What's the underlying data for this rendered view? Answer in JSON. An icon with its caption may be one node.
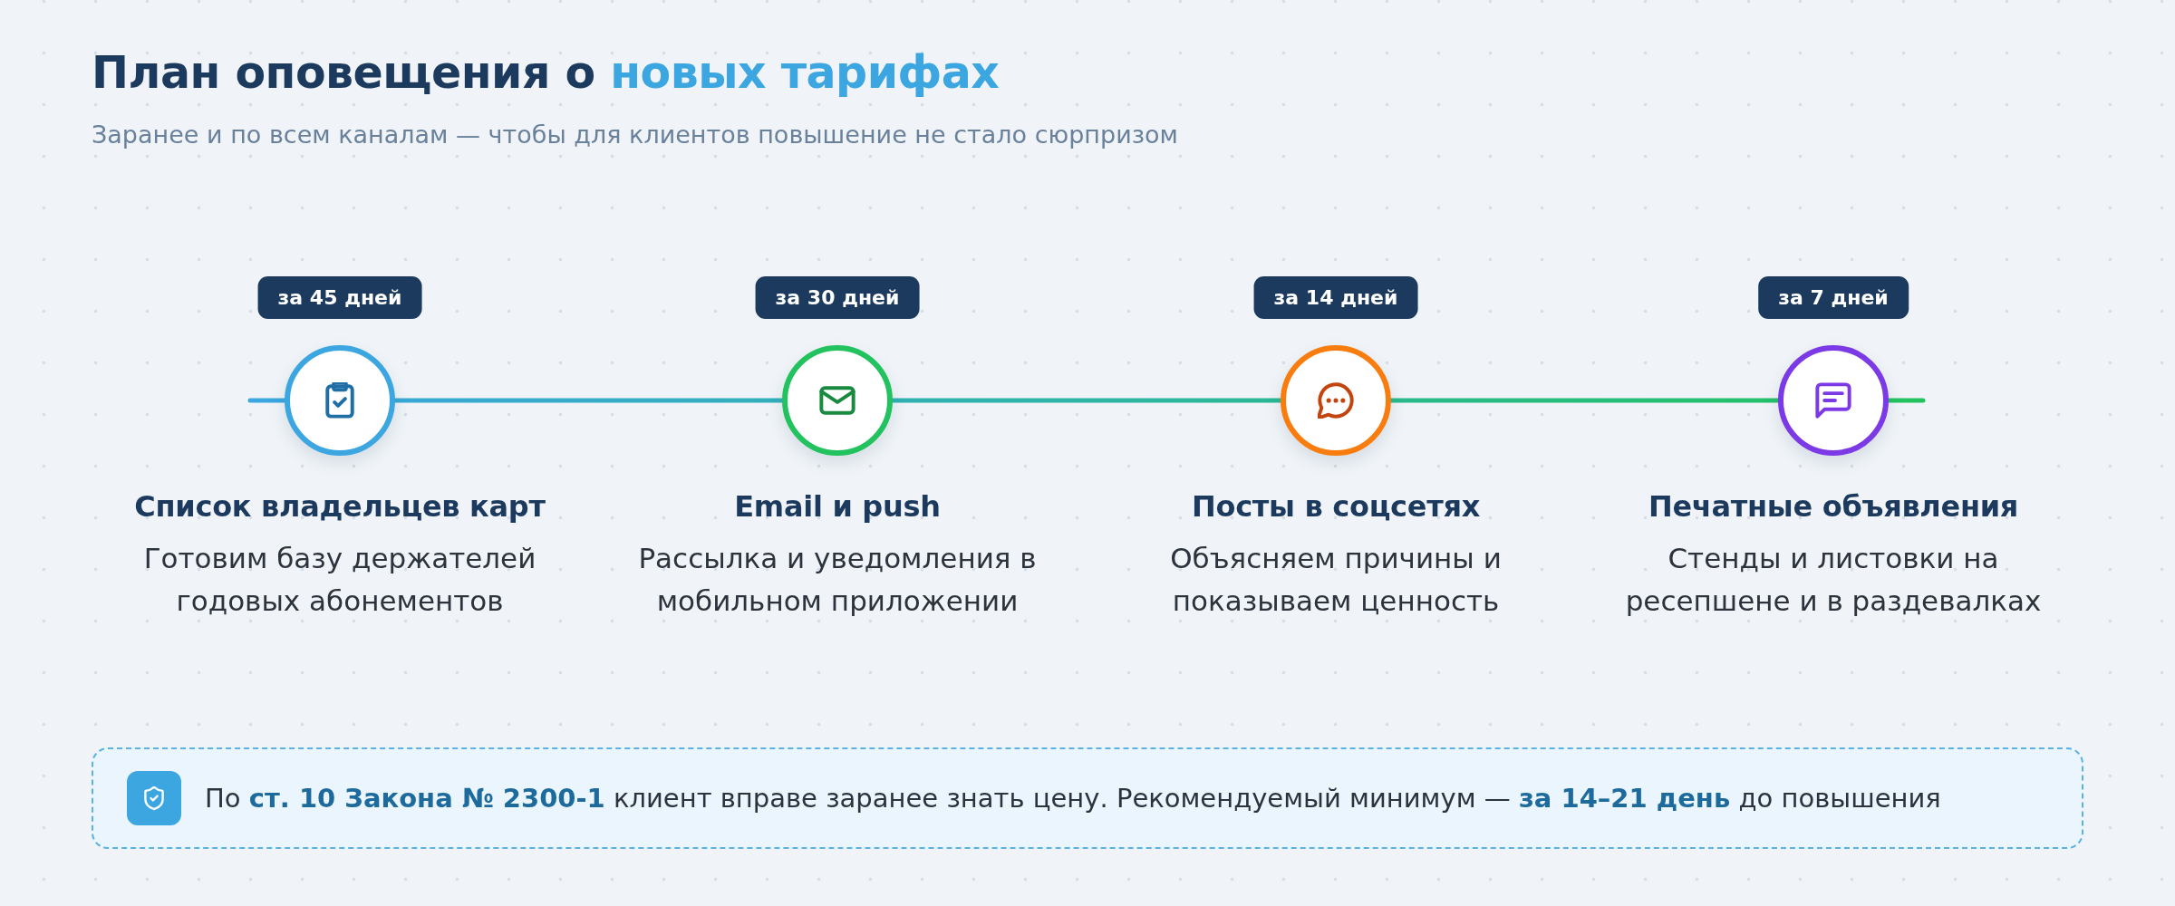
{
  "diagram": {
    "title": "План оповещения о **новых тарифах**",
    "nodes": [
      {
        "text": [
          "Список владельцев карт",
          "Готовим базу держателей годовых абонементов"
        ],
        "beside": [
          "за 45 дней"
        ]
      },
      {
        "text": [
          "Email и push",
          "Рассылка и уведомления в мобильном приложении"
        ],
        "beside": [
          "за 30 дней"
        ]
      },
      {
        "text": [
          "Посты в соцсетях",
          "Объясняем причины и показываем ценность"
        ],
        "beside": [
          "за 14 дней"
        ]
      },
      {
        "text": [
          "Печатные объявления",
          "Стенды и листовки на ресепшене и в раздевалках"
        ],
        "beside": [
          "за 7 дней"
        ]
      },
      {
        "text": [
          "По **ст. 10 Закона № 2300-1** клиент вправе заранее знать цену. Рекомендуемый минимум — **за 14–21 день** до повышения"
        ]
      }
    ],
    "edges": [
      {
        "from": null,
        "to": 0,
        "arrow": "none"
      },
      {
        "from": 0,
        "to": 1,
        "arrow": "none"
      },
      {
        "from": 1,
        "to": 2,
        "arrow": "none"
      },
      {
        "from": 2,
        "to": 3,
        "arrow": "none"
      },
      {
        "from": 3,
        "to": null,
        "arrow": "none"
      }
    ],
    "labels": [
      "Заранее и по всем каналам — чтобы для клиентов повышение не стало сюрпризом"
    ]
  }
}
